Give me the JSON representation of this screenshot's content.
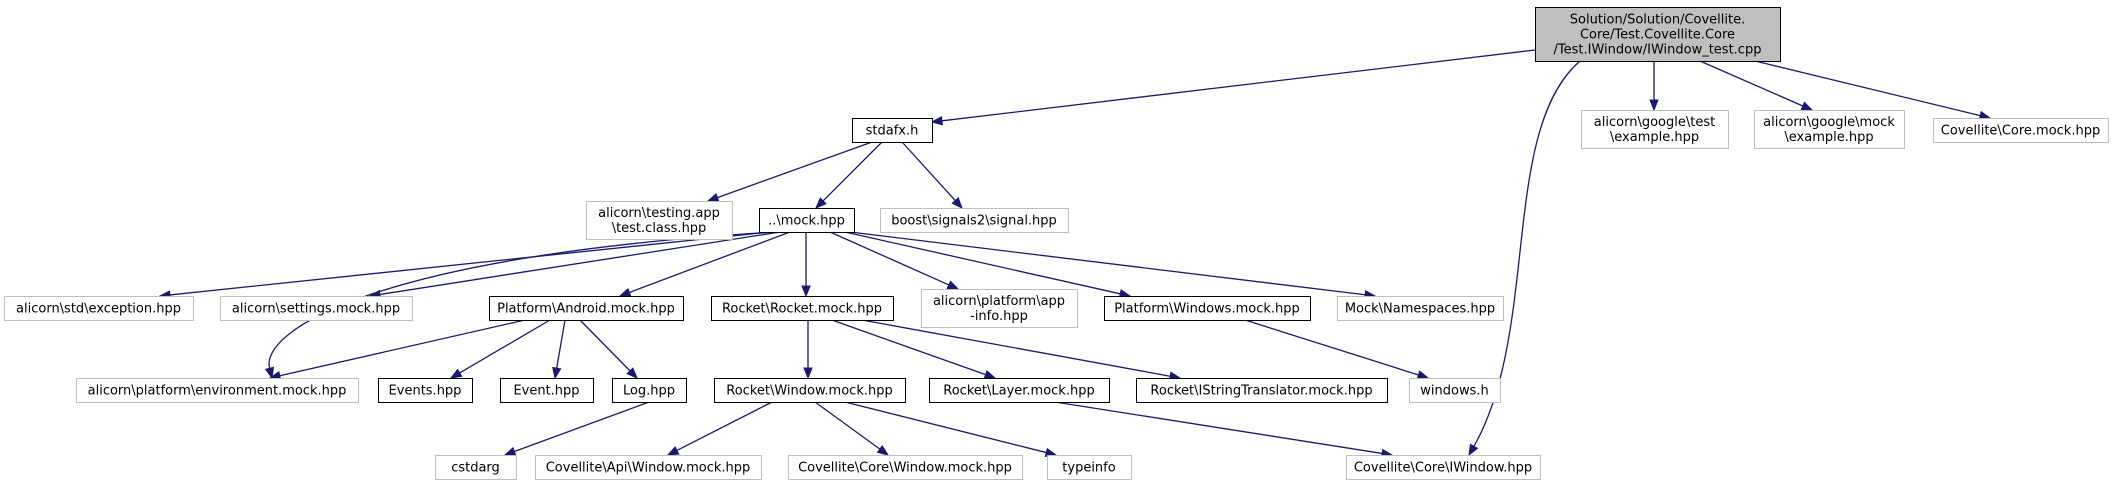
{
  "nodes": {
    "root": {
      "lines": [
        "Solution/Solution/Covellite.",
        "Core/Test.Covellite.Core",
        "/Test.IWindow/IWindow_test.cpp"
      ]
    },
    "stdafx": {
      "lines": [
        "stdafx.h"
      ]
    },
    "gtest_example": {
      "lines": [
        "alicorn\\google\\test",
        "\\example.hpp"
      ]
    },
    "gmock_example": {
      "lines": [
        "alicorn\\google\\mock",
        "\\example.hpp"
      ]
    },
    "core_mock": {
      "lines": [
        "Covellite\\Core.mock.hpp"
      ]
    },
    "testing_app": {
      "lines": [
        "alicorn\\testing.app",
        "\\test.class.hpp"
      ]
    },
    "mock_hpp": {
      "lines": [
        "..\\mock.hpp"
      ]
    },
    "signal": {
      "lines": [
        "boost\\signals2\\signal.hpp"
      ]
    },
    "std_exception": {
      "lines": [
        "alicorn\\std\\exception.hpp"
      ]
    },
    "settings_mock": {
      "lines": [
        "alicorn\\settings.mock.hpp"
      ]
    },
    "android_mock": {
      "lines": [
        "Platform\\Android.mock.hpp"
      ]
    },
    "rocket_mock": {
      "lines": [
        "Rocket\\Rocket.mock.hpp"
      ]
    },
    "app_info": {
      "lines": [
        "alicorn\\platform\\app",
        "-info.hpp"
      ]
    },
    "windows_mock": {
      "lines": [
        "Platform\\Windows.mock.hpp"
      ]
    },
    "namespaces": {
      "lines": [
        "Mock\\Namespaces.hpp"
      ]
    },
    "env_mock": {
      "lines": [
        "alicorn\\platform\\environment.mock.hpp"
      ]
    },
    "events": {
      "lines": [
        "Events.hpp"
      ]
    },
    "event": {
      "lines": [
        "Event.hpp"
      ]
    },
    "log": {
      "lines": [
        "Log.hpp"
      ]
    },
    "rocket_window": {
      "lines": [
        "Rocket\\Window.mock.hpp"
      ]
    },
    "rocket_layer": {
      "lines": [
        "Rocket\\Layer.mock.hpp"
      ]
    },
    "string_translator": {
      "lines": [
        "Rocket\\IStringTranslator.mock.hpp"
      ]
    },
    "windows_h": {
      "lines": [
        "windows.h"
      ]
    },
    "cstdarg": {
      "lines": [
        "cstdarg"
      ]
    },
    "api_window": {
      "lines": [
        "Covellite\\Api\\Window.mock.hpp"
      ]
    },
    "core_window": {
      "lines": [
        "Covellite\\Core\\Window.mock.hpp"
      ]
    },
    "typeinfo": {
      "lines": [
        "typeinfo"
      ]
    },
    "iwindow": {
      "lines": [
        "Covellite\\Core\\IWindow.hpp"
      ]
    }
  },
  "edges": [
    [
      "root",
      "stdafx"
    ],
    [
      "root",
      "gtest_example"
    ],
    [
      "root",
      "gmock_example"
    ],
    [
      "root",
      "core_mock"
    ],
    [
      "root",
      "iwindow"
    ],
    [
      "stdafx",
      "testing_app"
    ],
    [
      "stdafx",
      "mock_hpp"
    ],
    [
      "stdafx",
      "signal"
    ],
    [
      "mock_hpp",
      "std_exception"
    ],
    [
      "mock_hpp",
      "settings_mock"
    ],
    [
      "mock_hpp",
      "android_mock"
    ],
    [
      "mock_hpp",
      "env_mock"
    ],
    [
      "mock_hpp",
      "rocket_mock"
    ],
    [
      "mock_hpp",
      "app_info"
    ],
    [
      "mock_hpp",
      "windows_mock"
    ],
    [
      "mock_hpp",
      "namespaces"
    ],
    [
      "android_mock",
      "env_mock"
    ],
    [
      "android_mock",
      "events"
    ],
    [
      "android_mock",
      "event"
    ],
    [
      "android_mock",
      "log"
    ],
    [
      "log",
      "cstdarg"
    ],
    [
      "rocket_mock",
      "rocket_window"
    ],
    [
      "rocket_mock",
      "rocket_layer"
    ],
    [
      "rocket_mock",
      "string_translator"
    ],
    [
      "rocket_window",
      "api_window"
    ],
    [
      "rocket_window",
      "core_window"
    ],
    [
      "rocket_window",
      "typeinfo"
    ],
    [
      "rocket_layer",
      "iwindow"
    ],
    [
      "windows_mock",
      "windows_h"
    ]
  ],
  "colors": {
    "edge": "#191970",
    "root_fill": "#bfbfbf",
    "box_border": "#000000",
    "external_border": "#bfbfbf"
  }
}
